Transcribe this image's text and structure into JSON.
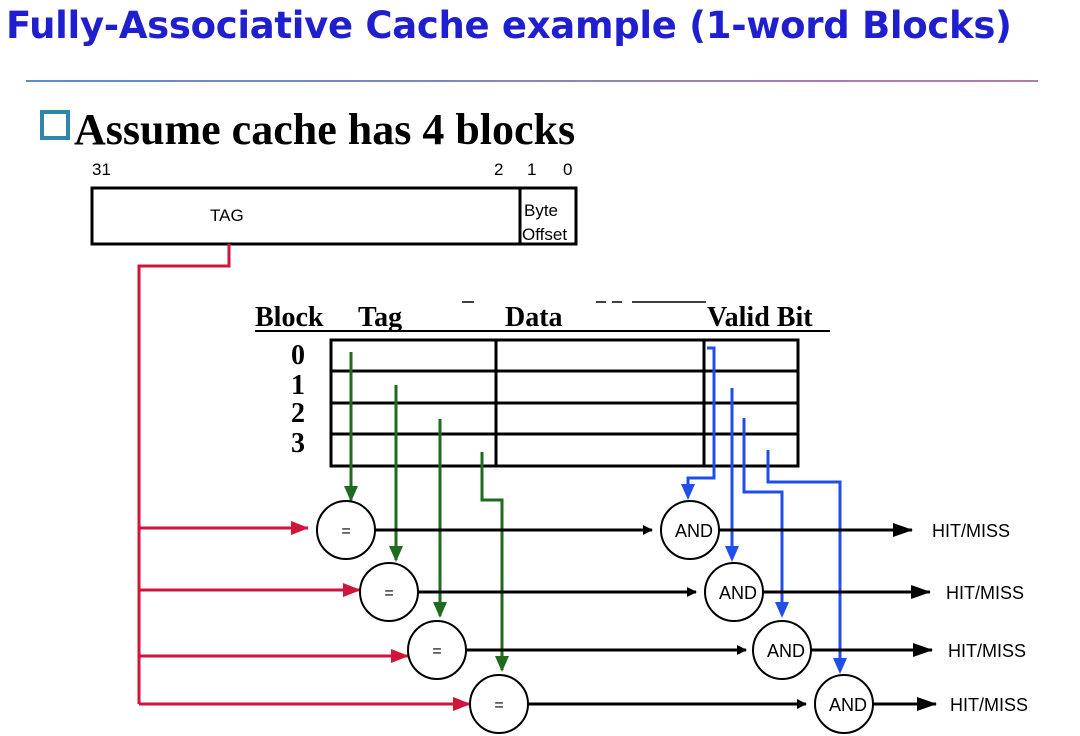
{
  "slide": {
    "title": "Fully-Associative Cache example (1-word Blocks)",
    "bullet": "Assume cache has 4 blocks"
  },
  "address": {
    "bit_31": "31",
    "bit_2": "2",
    "bit_1": "1",
    "bit_0": "0",
    "tag_label": "TAG",
    "offset_line1": "Byte",
    "offset_line2": "Offset"
  },
  "cache_table": {
    "headers": {
      "block": "Block",
      "tag": "Tag",
      "data": "Data",
      "valid": "Valid Bit"
    },
    "rows": [
      "0",
      "1",
      "2",
      "3"
    ]
  },
  "logic": {
    "comparator_symbol": "=",
    "and_label": "AND",
    "output_label": "HIT/MISS"
  },
  "colors": {
    "title": "#1f1fd0",
    "tag_wire": "#d0143c",
    "cache_tag_wire": "#1f6b1f",
    "valid_wire": "#1f4fe8",
    "bullet_box": "#2e86a8"
  }
}
